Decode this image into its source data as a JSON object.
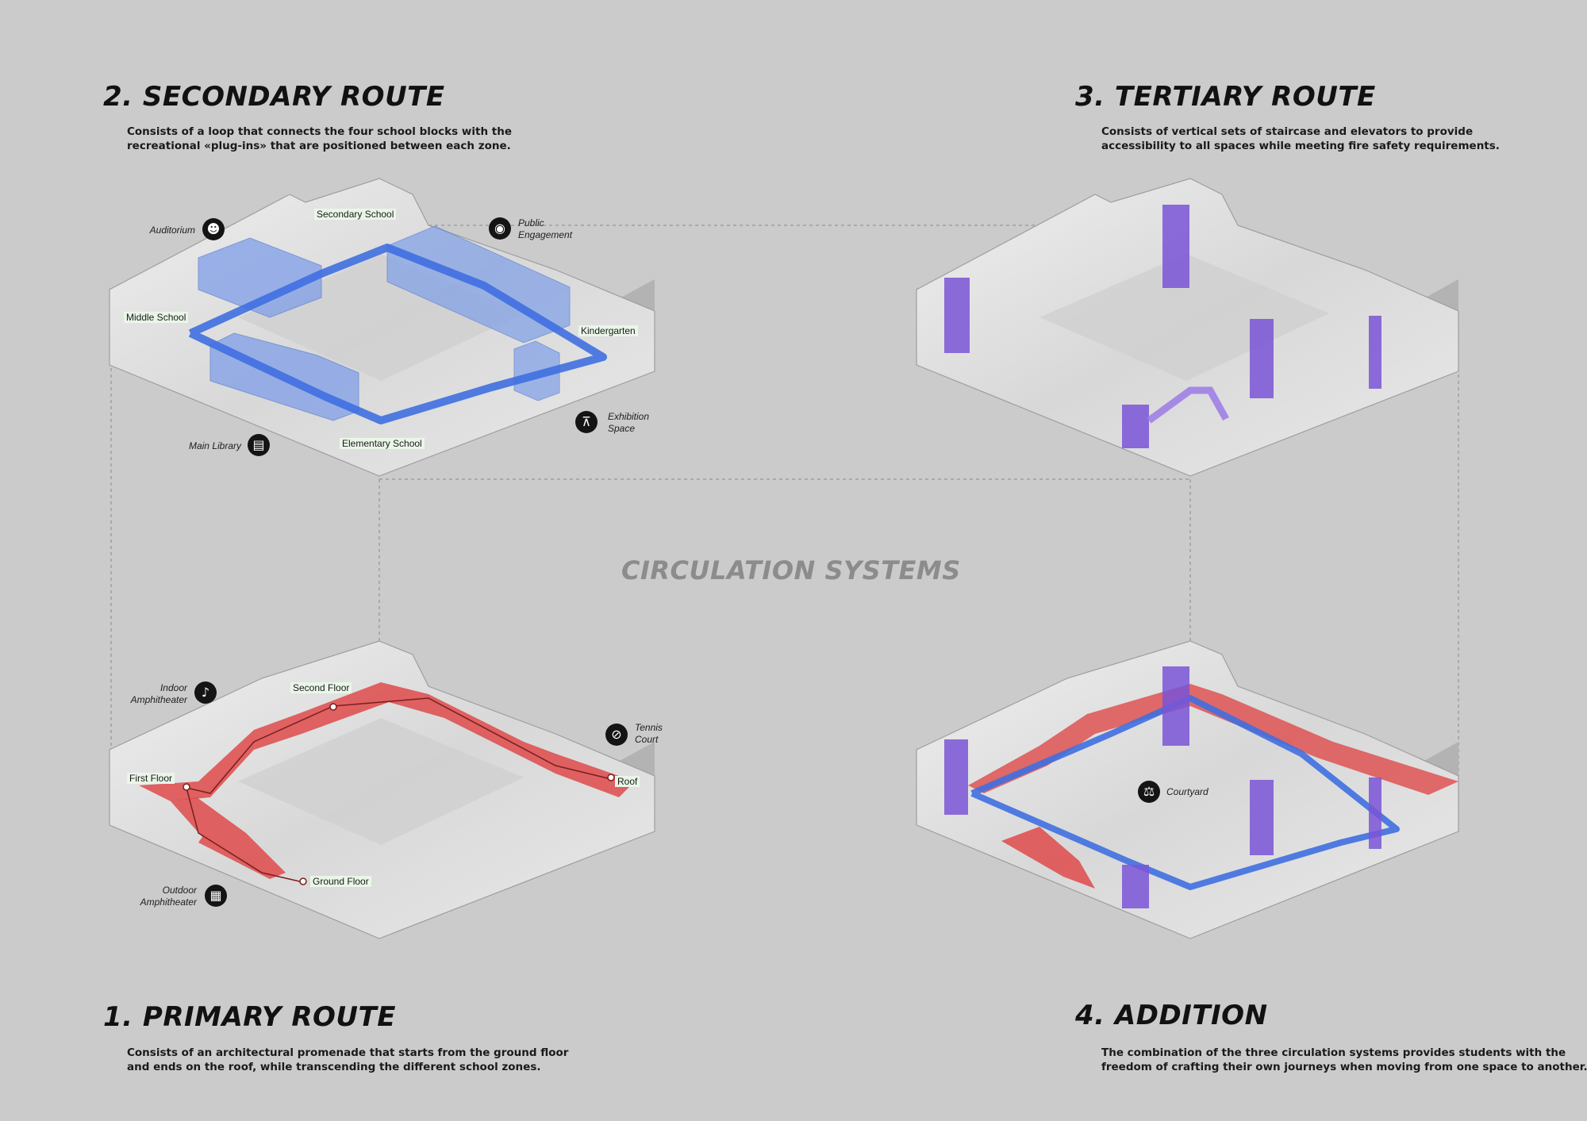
{
  "center_title": "CIRCULATION SYSTEMS",
  "panels": {
    "secondary": {
      "title": "2. SECONDARY ROUTE",
      "description_line1": "Consists of a loop that connects the four school blocks with the",
      "description_line2": "recreational «plug-ins» that are positioned between each zone.",
      "zones": {
        "secondary_school": "Secondary School",
        "middle_school": "Middle School",
        "kindergarten": "Kindergarten",
        "elementary_school": "Elementary School"
      },
      "pois": {
        "auditorium": "Auditorium",
        "public_engagement_l1": "Public",
        "public_engagement_l2": "Engagement",
        "main_library": "Main Library",
        "exhibition_l1": "Exhibition",
        "exhibition_l2": "Space"
      },
      "route_color": "#3f6fe0",
      "plugin_color": "#7f9fe8"
    },
    "tertiary": {
      "title": "3. TERTIARY ROUTE",
      "description_line1": "Consists of vertical sets of staircase and elevators to provide",
      "description_line2": "accessibility to all spaces while meeting fire safety requirements.",
      "core_color": "#7a55d6"
    },
    "primary": {
      "title": "1.  PRIMARY ROUTE",
      "description_line1": "Consists of an architectural promenade that starts from the ground floor",
      "description_line2": "and ends on the roof, while transcending the different school zones.",
      "floors": {
        "second_floor": "Second Floor",
        "first_floor": "First Floor",
        "roof": "Roof",
        "ground_floor": "Ground Floor"
      },
      "pois": {
        "indoor_amph_l1": "Indoor",
        "indoor_amph_l2": "Amphitheater",
        "tennis_l1": "Tennis",
        "tennis_l2": "Court",
        "outdoor_amph_l1": "Outdoor",
        "outdoor_amph_l2": "Amphitheater"
      },
      "route_color": "#de4a4a"
    },
    "addition": {
      "title": "4. ADDITION",
      "description_line1": "The combination of the three circulation systems provides students with the",
      "description_line2": "freedom of crafting their own journeys when moving from one space to another.",
      "pois": {
        "courtyard": "Courtyard"
      }
    }
  },
  "icons": {
    "auditorium": "theater-masks-icon",
    "public_engagement": "basketball-icon",
    "main_library": "library-icon",
    "exhibition": "easel-icon",
    "indoor_amphitheater": "guitar-icon",
    "tennis_court": "tennis-racket-icon",
    "outdoor_amphitheater": "film-strip-icon",
    "courtyard": "seesaw-icon"
  },
  "colors": {
    "background": "#cbcbcb",
    "building_fill": "#e4e4e4",
    "building_edge": "#9e9e9e"
  }
}
